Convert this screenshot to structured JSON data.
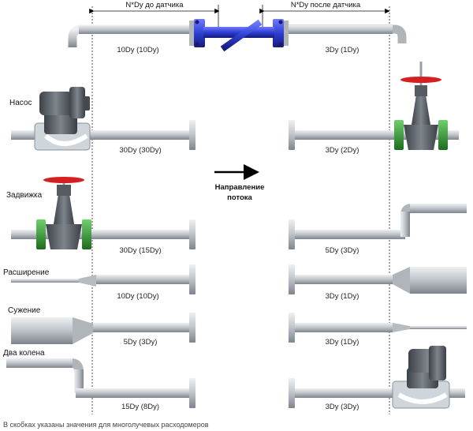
{
  "header": {
    "before_sensor": "N*Dy до датчика",
    "after_sensor": "N*Dy после датчика"
  },
  "sensor_row": {
    "upstream": "10Dy  (10Dy)",
    "downstream": "3Dy  (1Dy)"
  },
  "flow": {
    "line1": "Направление",
    "line2": "потока"
  },
  "rows": [
    {
      "label": "Насос",
      "upstream": "30Dy  (30Dy)",
      "downstream": "3Dy  (2Dy)"
    },
    {
      "label": "Задвижка",
      "upstream": "30Dy  (15Dy)",
      "downstream": "5Dy  (3Dy)"
    },
    {
      "label": "Расширение",
      "upstream": "10Dy  (10Dy)",
      "downstream": "3Dy  (1Dy)"
    },
    {
      "label": "Сужение",
      "upstream": "5Dy  (3Dy)",
      "downstream": "3Dy  (1Dy)"
    },
    {
      "label": "Два колена",
      "upstream": "15Dy  (8Dy)",
      "downstream": "3Dy  (3Dy)"
    }
  ],
  "footnote": "В скобках указаны значения для многолучевых расходомеров",
  "colors": {
    "pipe": "#b9bec4",
    "pipe_dark": "#8a9096",
    "sensor": "#2f3fd0",
    "valve_flange": "#2e8b2e",
    "handwheel": "#d42020",
    "machine": "#5a6066"
  }
}
